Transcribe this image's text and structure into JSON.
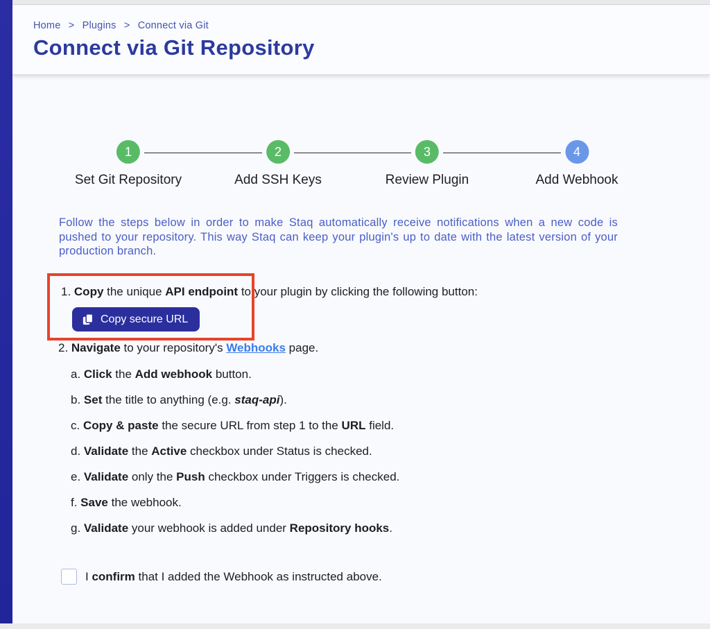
{
  "colors": {
    "accent_bar": "#20259a",
    "title": "#2c3a9e",
    "breadcrumb": "#4353ae",
    "intro_text": "#4a5ec5",
    "button_bg": "#2b2f9d",
    "button_text": "#ffffff",
    "link": "#3b7de8",
    "step_done_green": "#5abb67",
    "step_current_blue": "#6b97e9",
    "highlight_red": "#e8432c"
  },
  "breadcrumb": {
    "items": [
      "Home",
      "Plugins",
      "Connect via Git"
    ],
    "separator": ">"
  },
  "header": {
    "title": "Connect via Git Repository"
  },
  "stepper": {
    "steps": [
      {
        "number": "1",
        "label": "Set Git Repository",
        "state": "done"
      },
      {
        "number": "2",
        "label": "Add SSH Keys",
        "state": "done"
      },
      {
        "number": "3",
        "label": "Review Plugin",
        "state": "done"
      },
      {
        "number": "4",
        "label": "Add Webhook",
        "state": "current"
      }
    ]
  },
  "intro": "Follow the steps below in order to make Staq automatically receive notifications when a new code is pushed to your repository. This way Staq can keep your plugin's up to date with the latest version of your production branch.",
  "instructions": {
    "item1": [
      {
        "t": "1. "
      },
      {
        "t": "Copy",
        "b": true
      },
      {
        "t": " the unique "
      },
      {
        "t": "API endpoint",
        "b": true
      },
      {
        "t": " to your plugin by clicking the following button:"
      }
    ],
    "copy_button_label": "Copy secure URL",
    "item2": [
      {
        "t": "2. "
      },
      {
        "t": "Navigate",
        "b": true
      },
      {
        "t": " to your repository's "
      },
      {
        "t": "Webhooks",
        "b": true,
        "link": true,
        "name": "webhooks-link"
      },
      {
        "t": " page."
      }
    ],
    "substeps": [
      [
        {
          "t": "a. "
        },
        {
          "t": "Click",
          "b": true
        },
        {
          "t": " the "
        },
        {
          "t": "Add webhook",
          "b": true
        },
        {
          "t": " button."
        }
      ],
      [
        {
          "t": "b. "
        },
        {
          "t": "Set",
          "b": true
        },
        {
          "t": " the title to anything (e.g. "
        },
        {
          "t": "staq-api",
          "b": true,
          "i": true
        },
        {
          "t": ")."
        }
      ],
      [
        {
          "t": "c. "
        },
        {
          "t": "Copy & paste",
          "b": true
        },
        {
          "t": " the secure URL from step 1 to the "
        },
        {
          "t": "URL",
          "b": true
        },
        {
          "t": " field."
        }
      ],
      [
        {
          "t": "d. "
        },
        {
          "t": "Validate",
          "b": true
        },
        {
          "t": " the "
        },
        {
          "t": "Active",
          "b": true
        },
        {
          "t": " checkbox under Status is checked."
        }
      ],
      [
        {
          "t": "e. "
        },
        {
          "t": "Validate",
          "b": true
        },
        {
          "t": " only the "
        },
        {
          "t": "Push",
          "b": true
        },
        {
          "t": " checkbox under Triggers is checked."
        }
      ],
      [
        {
          "t": "f. "
        },
        {
          "t": "Save",
          "b": true
        },
        {
          "t": " the webhook."
        }
      ],
      [
        {
          "t": "g. "
        },
        {
          "t": "Validate",
          "b": true
        },
        {
          "t": " your webhook is added under "
        },
        {
          "t": "Repository hooks",
          "b": true
        },
        {
          "t": "."
        }
      ]
    ]
  },
  "confirm": {
    "checked": false,
    "label": [
      {
        "t": "I "
      },
      {
        "t": "confirm",
        "b": true
      },
      {
        "t": " that I added the Webhook as instructed above."
      }
    ]
  }
}
